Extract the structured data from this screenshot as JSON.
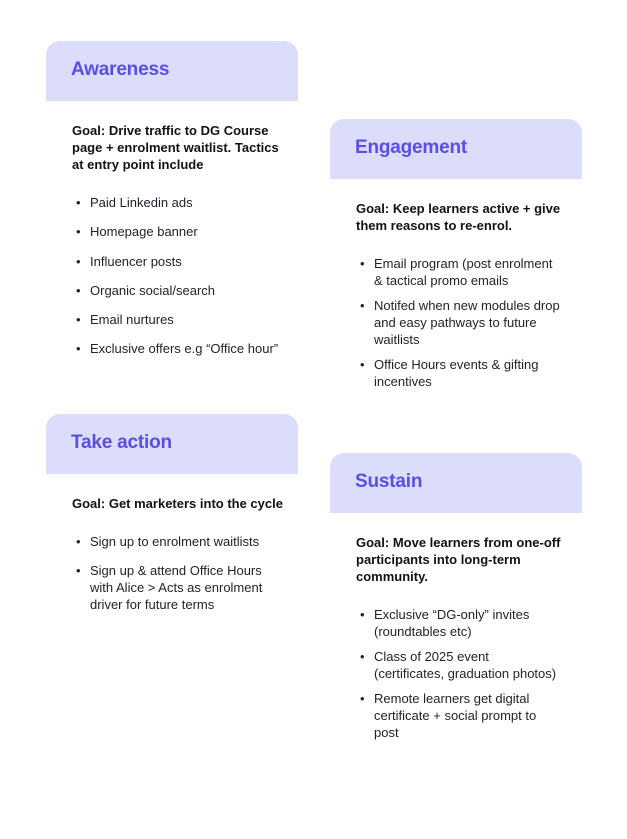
{
  "cards": {
    "awareness": {
      "title": "Awareness",
      "goal": "Goal: Drive traffic to DG Course page + enrolment waitlist. Tactics at entry point include",
      "items": [
        "Paid Linkedin ads",
        "Homepage banner",
        "Influencer posts",
        "Organic social/search",
        "Email nurtures",
        "Exclusive offers e.g “Office hour”"
      ]
    },
    "engagement": {
      "title": "Engagement",
      "goal": "Goal: Keep learners active + give them reasons to re-enrol.",
      "items": [
        "Email program (post enrolment & tactical promo emails",
        "Notifed when new modules drop and easy pathways to future waitlists",
        "Office Hours events & gifting incentives"
      ]
    },
    "take_action": {
      "title": "Take action",
      "goal": "Goal: Get marketers into the cycle",
      "items": [
        "Sign up to enrolment waitlists",
        "Sign up & attend Office Hours with Alice > Acts as enrolment driver for future terms"
      ]
    },
    "sustain": {
      "title": "Sustain",
      "goal": "Goal: Move learners from one-off participants into long-term community.",
      "items": [
        "Exclusive “DG-only” invites (roundtables etc)",
        "Class of 2025 event (certificates, graduation photos)",
        "Remote learners get digital certificate + social prompt to post"
      ]
    }
  },
  "colors": {
    "header_bg": "#dcdcfb",
    "title_text": "#5a4ee6",
    "body_text": "#111118"
  }
}
